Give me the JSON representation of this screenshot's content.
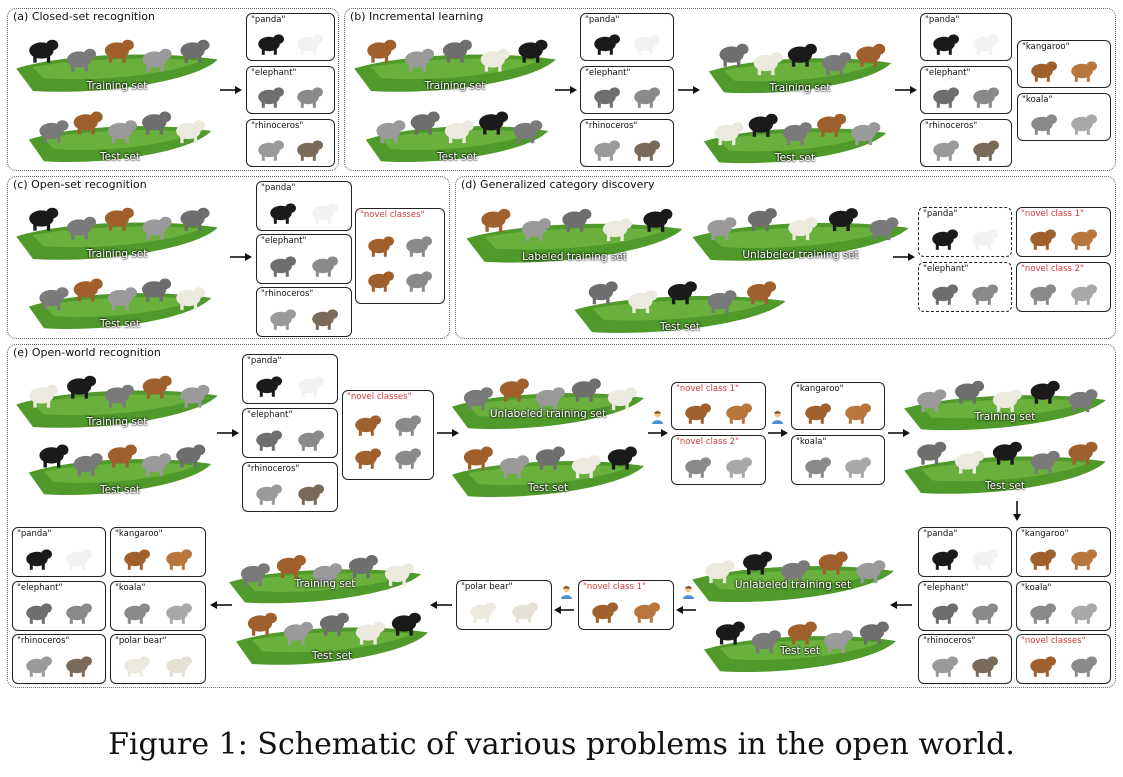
{
  "caption": "Figure 1: Schematic of various problems in the open world.",
  "panels": {
    "a": "(a) Closed-set recognition",
    "b": "(b) Incremental learning",
    "c": "(c) Open-set recognition",
    "d": "(d) Generalized category discovery",
    "e": "(e) Open-world recognition"
  },
  "scenes": {
    "training": "Training set",
    "test": "Test set",
    "labeled_training": "Labeled training set",
    "unlabeled_training": "Unlabeled training set"
  },
  "classes": {
    "panda": "\"panda\"",
    "elephant": "\"elephant\"",
    "rhinoceros": "\"rhinoceros\"",
    "kangaroo": "\"kangaroo\"",
    "koala": "\"koala\"",
    "polar_bear": "\"polar bear\"",
    "novel_classes": "\"novel classes\"",
    "novel_class_1": "\"novel class 1\"",
    "novel_class_2": "\"novel class 2\""
  },
  "colors": {
    "grass": "#4f9a2a",
    "grass_light": "#7cc24a",
    "novel_red": "#d23b3b",
    "border": "#222222"
  },
  "icons": {
    "animal": "animal-silhouette-icon",
    "annotator": "person-annotator-icon",
    "arrow": "arrow-icon"
  }
}
